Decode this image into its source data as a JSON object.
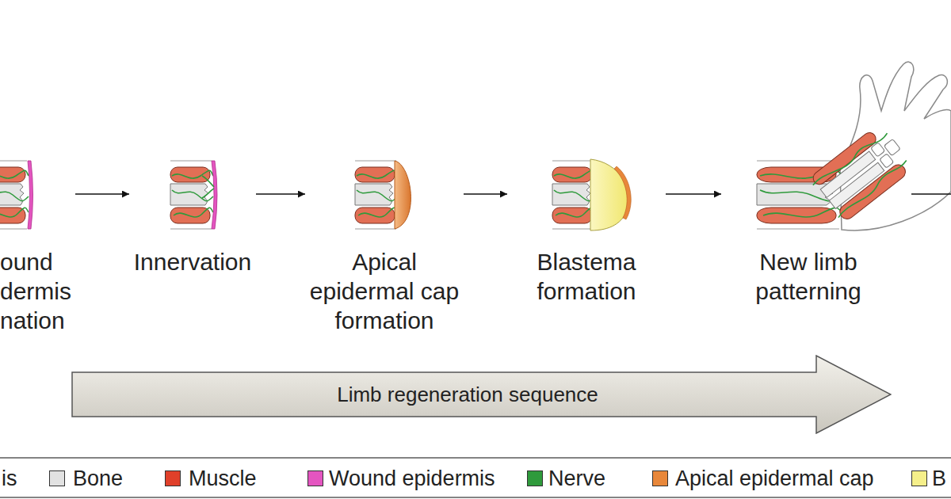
{
  "diagram": {
    "nodes": [
      {
        "text": [
          "ound dermis nation"
        ]
      },
      {
        "text": [
          "Innervation"
        ]
      },
      {
        "text": [
          "Apical epidermal cap formation"
        ]
      },
      {
        "text": [
          "Blastema formation"
        ]
      },
      {
        "text": [
          "New limb patterning"
        ]
      },
      {
        "text": [
          "Limb regeneration sequence"
        ]
      }
    ],
    "edges": [
      {
        "from": 0,
        "to": 1,
        "arrow": "to"
      },
      {
        "from": 1,
        "to": 2,
        "arrow": "to"
      },
      {
        "from": 2,
        "to": 3,
        "arrow": "to"
      },
      {
        "from": 3,
        "to": 4,
        "arrow": "to"
      }
    ],
    "legend": [
      {
        "text": "is"
      },
      {
        "text": "Bone",
        "color": "#e2e2e2"
      },
      {
        "text": "Muscle",
        "color": "#e0402a"
      },
      {
        "text": "Wound epidermis",
        "color": "#e455c0"
      },
      {
        "text": "Nerve",
        "color": "#2f9a3c"
      },
      {
        "text": "Apical epidermal cap",
        "color": "#e8873a"
      },
      {
        "text": "B",
        "color": "#f5ef8a"
      }
    ]
  }
}
